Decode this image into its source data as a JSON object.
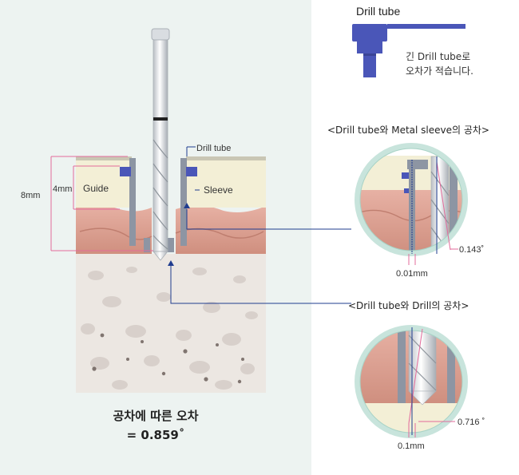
{
  "legend": {
    "title": "Drill tube",
    "note_line1": "긴 Drill tube로",
    "note_line2": "오차가 적습니다."
  },
  "labels": {
    "drill_tube": "Drill tube",
    "sleeve": "Sleeve",
    "guide": "Guide",
    "dim_4mm": "4mm",
    "dim_8mm": "8mm"
  },
  "detail_top": {
    "heading": "<Drill tube와 Metal sleeve의 공차>",
    "angle": "0.143˚",
    "gap": "0.01mm"
  },
  "detail_bottom": {
    "heading": "<Drill tube와 Drill의 공차>",
    "angle": "0.716 ˚",
    "gap": "0.1mm"
  },
  "caption": {
    "line1": "공차에 따른 오차",
    "line2": "= 0.859˚"
  },
  "colors": {
    "panel_bg": "#edf3f1",
    "tube_blue": "#4a56b8",
    "tube_gray": "#8d95a3",
    "gum": "#d99a8a",
    "guide": "#f3efd6",
    "bone": "#ede8e3",
    "pointer": "#1f3c8f",
    "dimension": "#e36b9b",
    "ring": "#c8e4dc"
  }
}
